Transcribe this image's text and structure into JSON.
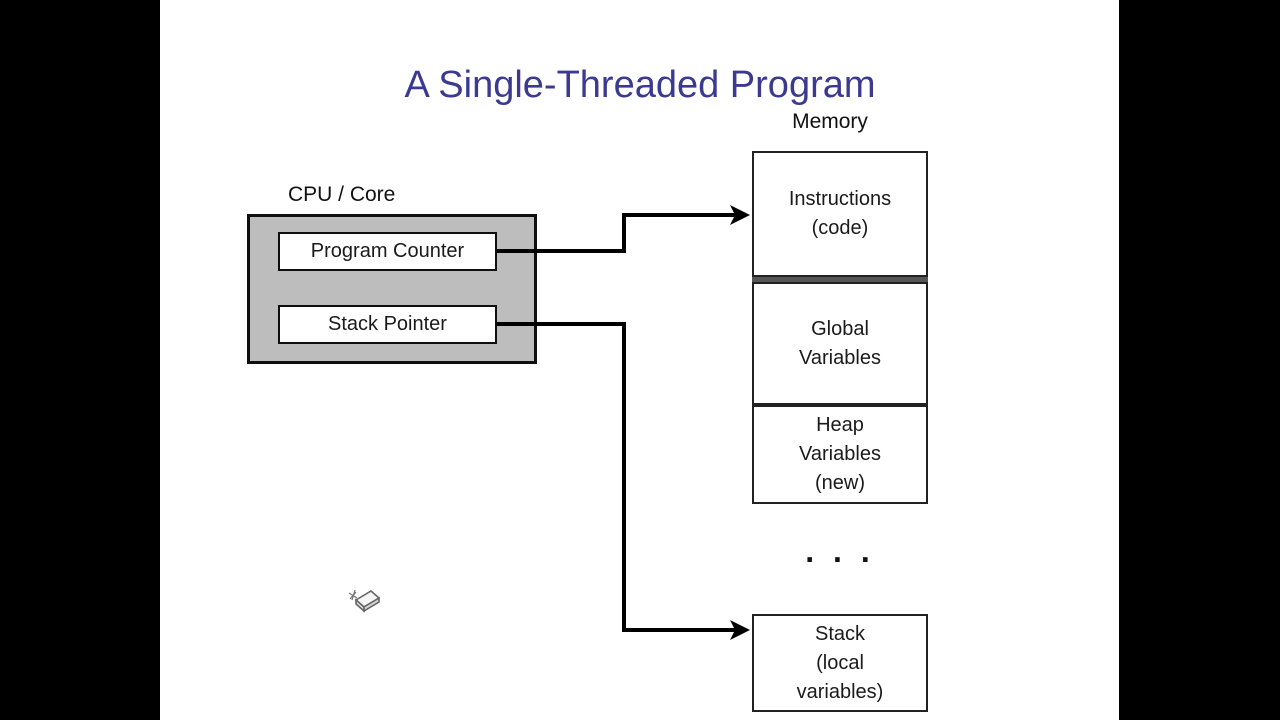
{
  "title": "A Single-Threaded Program",
  "cpu": {
    "label": "CPU / Core",
    "registers": [
      {
        "label": "Program Counter"
      },
      {
        "label": "Stack Pointer"
      }
    ]
  },
  "memory": {
    "label": "Memory",
    "blocks": [
      {
        "name": "instructions",
        "lines": [
          "Instructions",
          "(code)"
        ]
      },
      {
        "name": "global-variables",
        "lines": [
          "Global",
          "Variables"
        ]
      },
      {
        "name": "heap-variables",
        "lines": [
          "Heap",
          "Variables",
          "(new)"
        ]
      },
      {
        "name": "stack",
        "lines": [
          "Stack",
          "(local",
          "variables)"
        ]
      }
    ],
    "ellipsis": ". . ."
  },
  "connectors": [
    {
      "from": "program-counter",
      "to": "instructions"
    },
    {
      "from": "stack-pointer",
      "to": "stack"
    }
  ],
  "colors": {
    "title_text": "#3b3a90",
    "cpu_box_fill": "#bdbdbd",
    "box_border": "#0f0f0f",
    "memory_divider": "#555555",
    "connector_line": "#000000",
    "letterbox": "#000000",
    "background": "#ffffff"
  },
  "icons": {
    "cursor": "eraser-pointer-cursor"
  }
}
